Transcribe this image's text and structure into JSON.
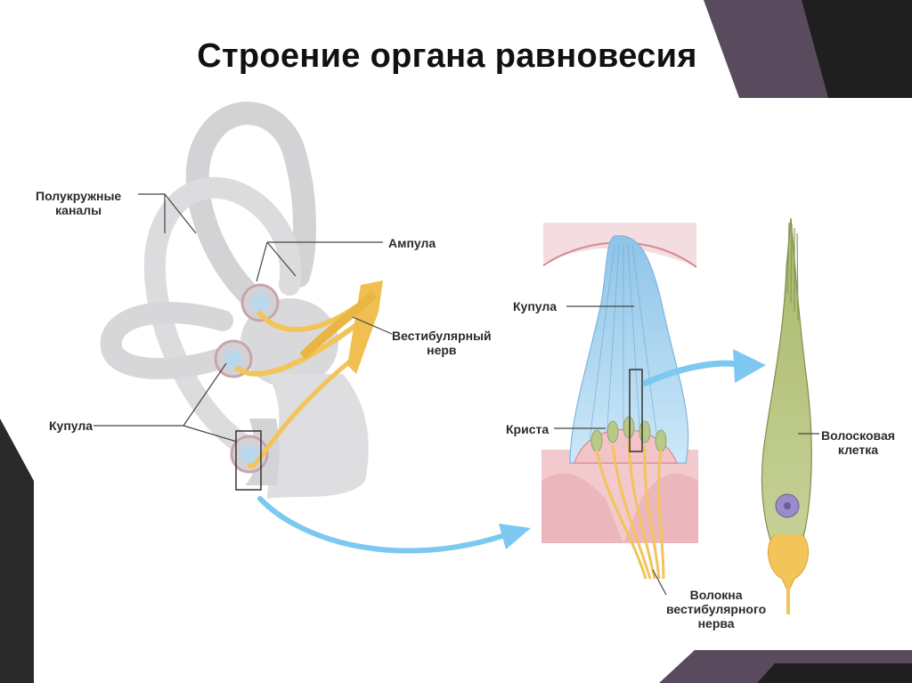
{
  "slide": {
    "title": "Строение органа равновесия"
  },
  "labels": {
    "semicircular_canals_1": "Полукружные",
    "semicircular_canals_2": "каналы",
    "ampulla": "Ампула",
    "vestibular_nerve_1": "Вестибулярный",
    "vestibular_nerve_2": "нерв",
    "cupula_left": "Купула",
    "cupula_middle": "Купула",
    "crista": "Криста",
    "hair_cell_1": "Волосковая",
    "hair_cell_2": "клетка",
    "fibers_1": "Волокна",
    "fibers_2": "вестибулярного",
    "fibers_3": "нерва"
  },
  "colors": {
    "labyrinth": "#d9d9db",
    "nerve": "#f2c45a",
    "cupula": "#a9d4ee",
    "arrow": "#7cc8f0",
    "tissue": "#f2c9cc",
    "hair_cell": "#b9c98a",
    "decor_dark": "#2a2a2a",
    "decor_purple": "#5a4a5e"
  }
}
